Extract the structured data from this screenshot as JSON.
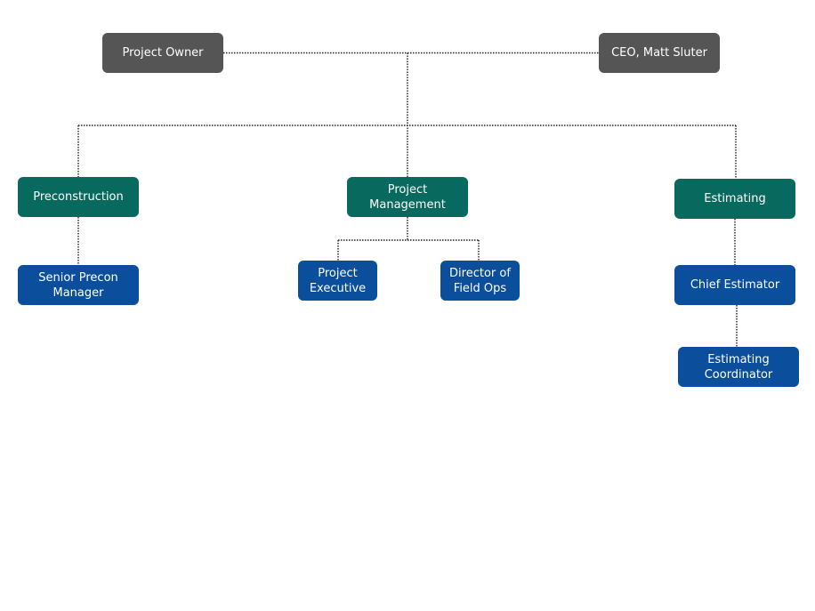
{
  "org_chart": {
    "executives": {
      "project_owner": "Project Owner",
      "ceo": "CEO, Matt Sluter"
    },
    "departments": {
      "preconstruction": "Preconstruction",
      "project_management": "Project Management",
      "estimating": "Estimating"
    },
    "roles": {
      "senior_precon_manager": "Senior Precon\nManager",
      "project_executive": "Project\nExecutive",
      "director_field_ops": "Director of\nField Ops",
      "chief_estimator": "Chief Estimator",
      "estimating_coordinator": "Estimating\nCoordinator"
    }
  },
  "colors": {
    "executive": "#555555",
    "department": "#086a5e",
    "role": "#0b4f9c",
    "connector": "#222222"
  }
}
